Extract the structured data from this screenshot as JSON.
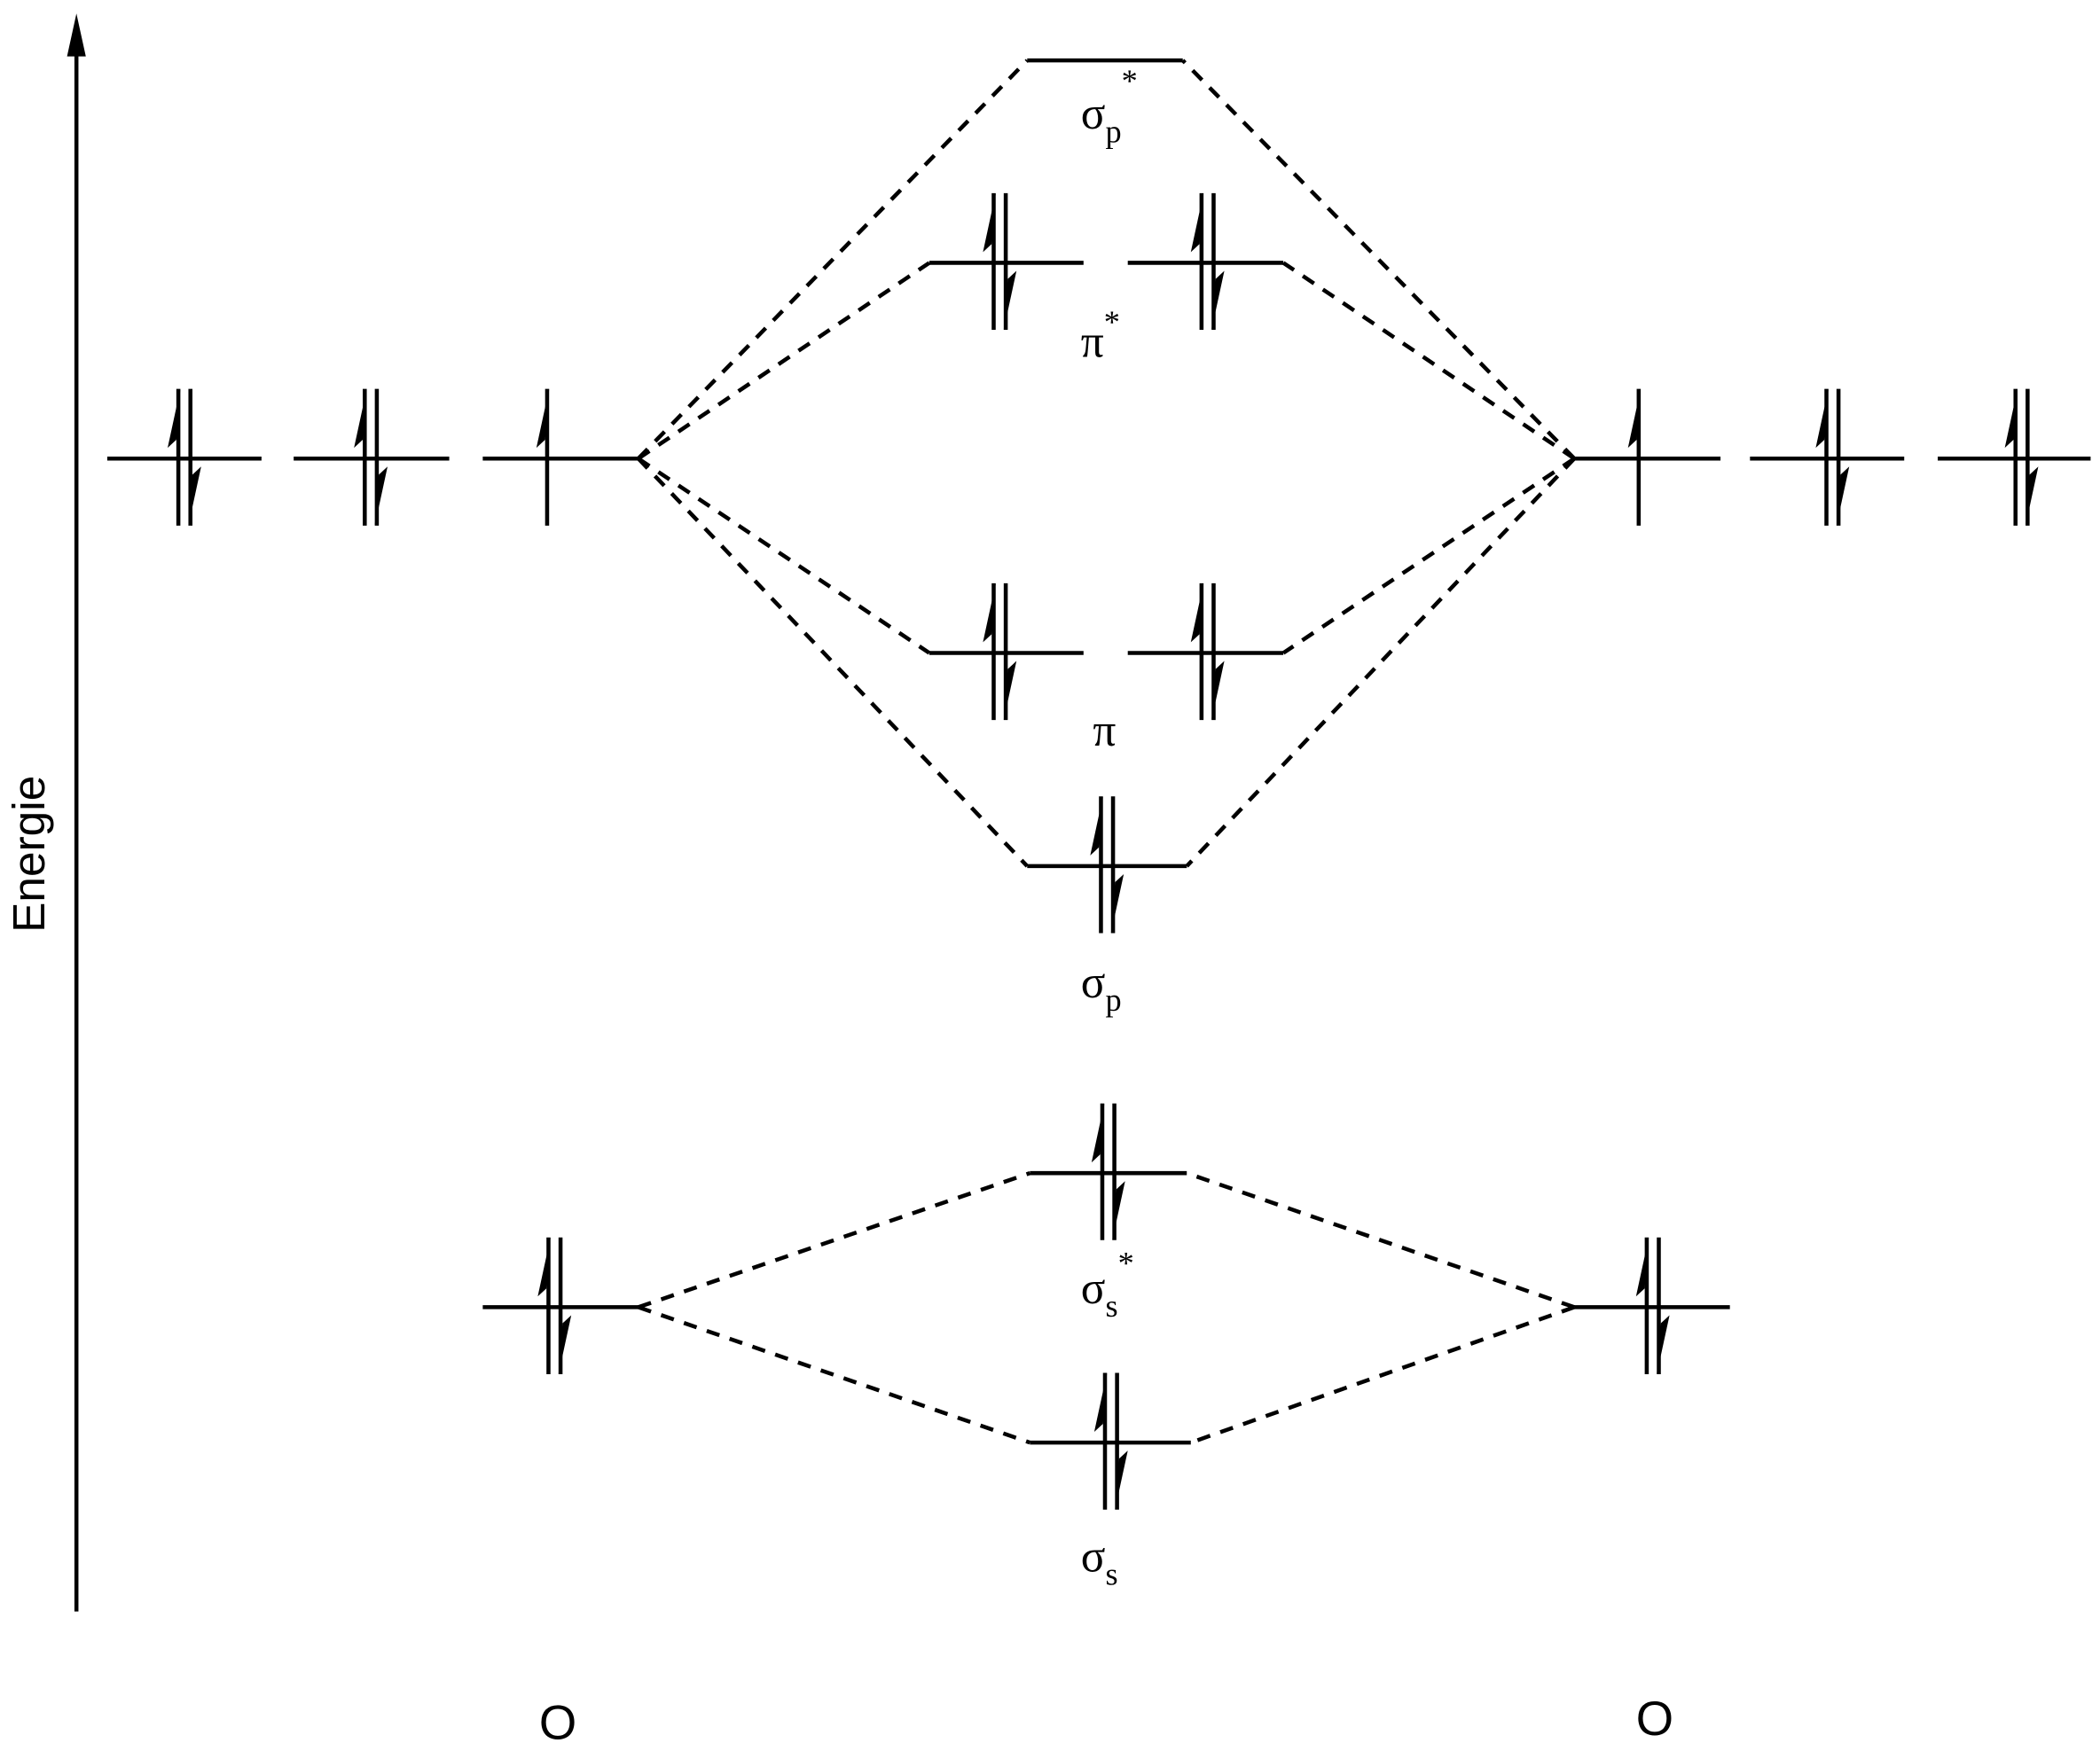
{
  "axis": {
    "label": "Energie"
  },
  "atoms": {
    "left": "O",
    "right": "O"
  },
  "orbitals": {
    "left_2p": [
      {
        "electrons": 2
      },
      {
        "electrons": 2
      },
      {
        "electrons": 1
      }
    ],
    "right_2p": [
      {
        "electrons": 1
      },
      {
        "electrons": 2
      },
      {
        "electrons": 2
      }
    ],
    "left_2s": {
      "electrons": 2
    },
    "right_2s": {
      "electrons": 2
    },
    "sigma_p_star": {
      "electrons": 0,
      "symbol": "σ",
      "sub": "p",
      "sup": "*"
    },
    "pi_star": {
      "electrons": [
        2,
        2
      ],
      "symbol": "π",
      "sub": "",
      "sup": "*"
    },
    "pi": {
      "electrons": [
        2,
        2
      ],
      "symbol": "π",
      "sub": "",
      "sup": ""
    },
    "sigma_p": {
      "electrons": 2,
      "symbol": "σ",
      "sub": "p",
      "sup": ""
    },
    "sigma_s_star": {
      "electrons": 2,
      "symbol": "σ",
      "sub": "s",
      "sup": "*"
    },
    "sigma_s": {
      "electrons": 2,
      "symbol": "σ",
      "sub": "s",
      "sup": ""
    }
  }
}
